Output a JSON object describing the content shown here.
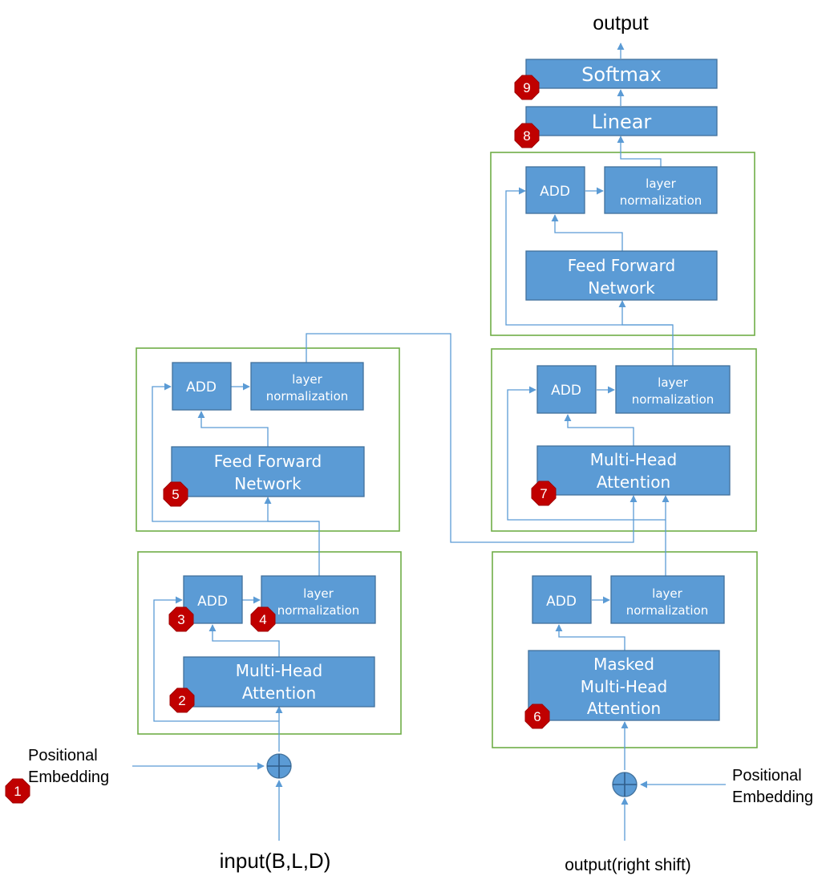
{
  "labels": {
    "output": "output",
    "input": "input(B,L,D)",
    "output_right_shift": "output(right shift)",
    "enc_pos_line1": "Positional",
    "enc_pos_line2": "Embedding",
    "dec_pos_line1": "Positional",
    "dec_pos_line2": "Embedding"
  },
  "blocks": {
    "softmax": "Softmax",
    "linear": "Linear",
    "add": "ADD",
    "layer_norm_line1": "layer",
    "layer_norm_line2": "normalization",
    "ffn_line1": "Feed Forward",
    "ffn_line2": "Network",
    "mha_line1": "Multi-Head",
    "mha_line2": "Attention",
    "masked_line1": "Masked",
    "masked_line2": "Multi-Head",
    "masked_line3": "Attention"
  },
  "badges": [
    "1",
    "2",
    "3",
    "4",
    "5",
    "6",
    "7",
    "8",
    "9"
  ],
  "colors": {
    "block_fill": "#5b9bd5",
    "group_border": "#70ad47",
    "badge": "#c00000"
  }
}
